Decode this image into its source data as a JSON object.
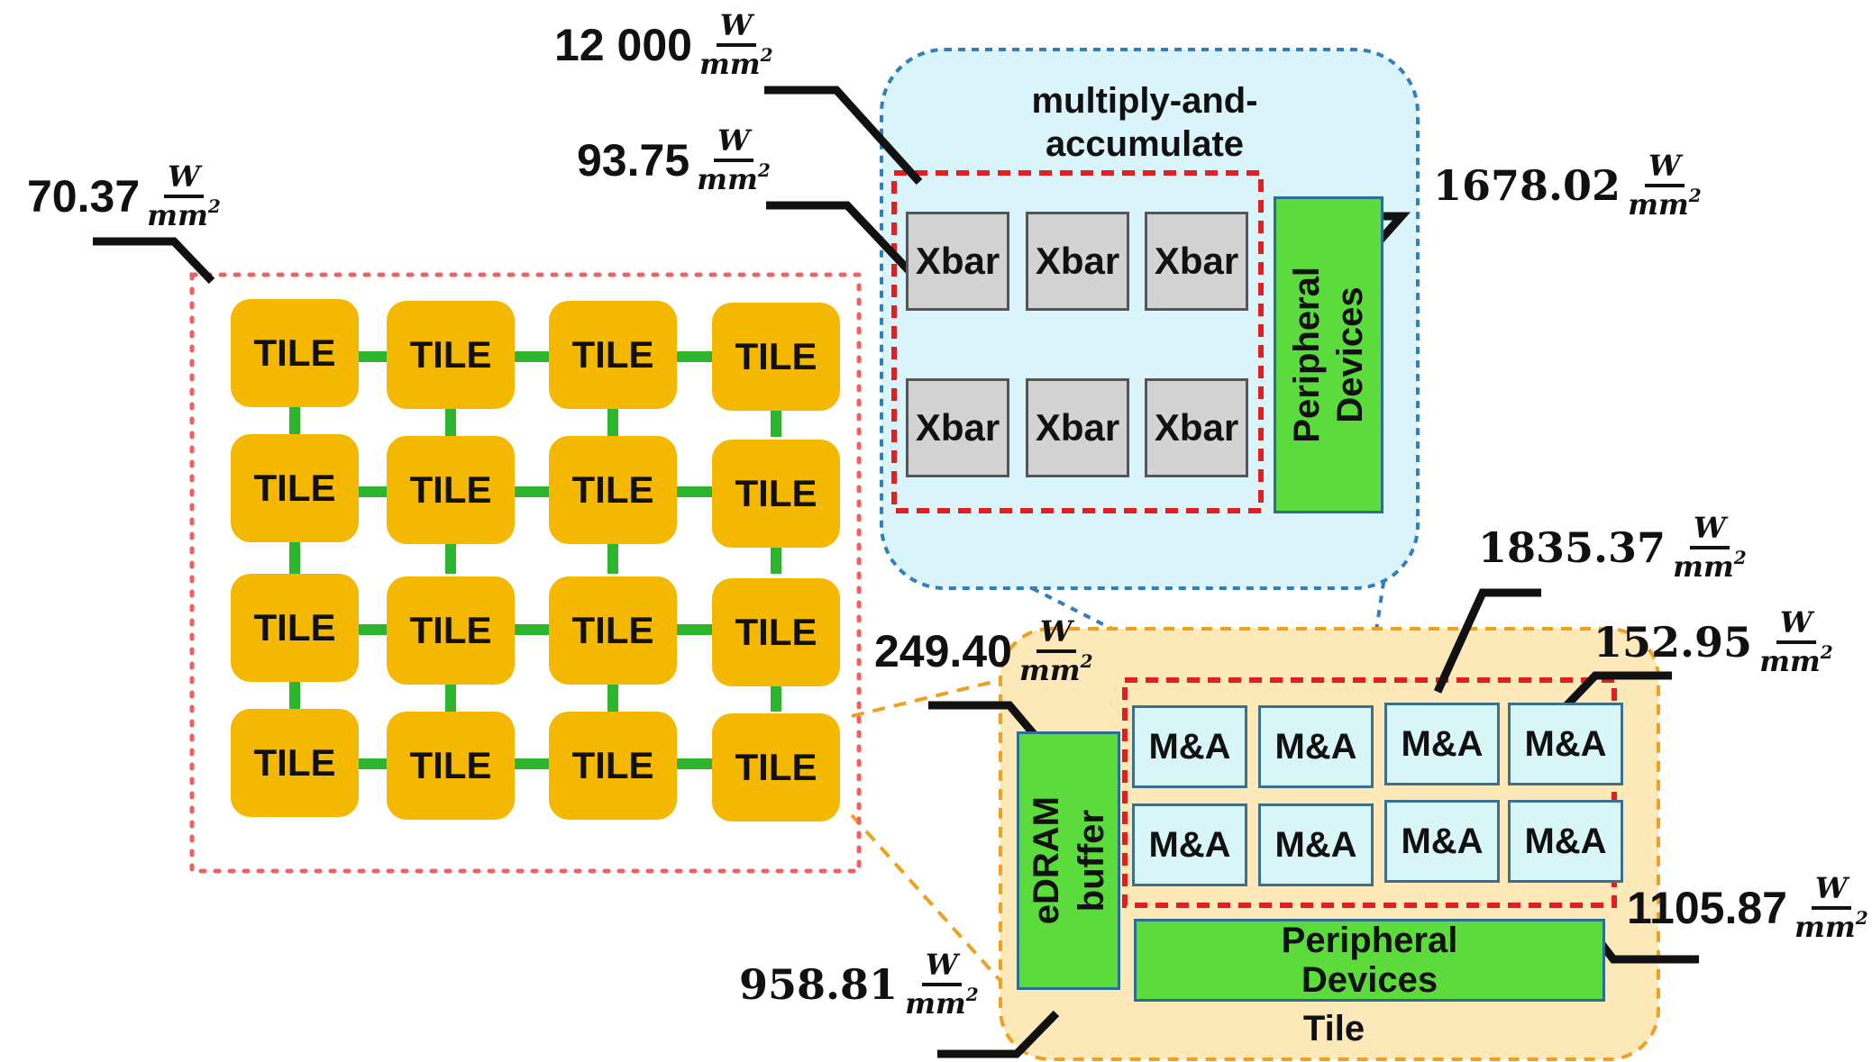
{
  "labels": {
    "tile_array_density": {
      "number": "70.37",
      "unit_top": "W",
      "unit_bottom": "mm",
      "unit_exp": "2"
    },
    "mac_top_density": {
      "number": "12 000",
      "unit_top": "W",
      "unit_bottom": "mm",
      "unit_exp": "2"
    },
    "xbar_density": {
      "number": "93.75",
      "unit_top": "W",
      "unit_bottom": "mm",
      "unit_exp": "2"
    },
    "mac_peripheral_density": {
      "number": "1678.02",
      "unit_top": "W",
      "unit_bottom": "mm",
      "unit_exp": "2"
    },
    "tile_ma_group_density": {
      "number": "1835.37",
      "unit_top": "W",
      "unit_bottom": "mm",
      "unit_exp": "2"
    },
    "ma_density": {
      "number": "152.95",
      "unit_top": "W",
      "unit_bottom": "mm",
      "unit_exp": "2"
    },
    "edram_density": {
      "number": "249.40",
      "unit_top": "W",
      "unit_bottom": "mm",
      "unit_exp": "2"
    },
    "tile_peripheral_density": {
      "number": "1105.87",
      "unit_top": "W",
      "unit_bottom": "mm",
      "unit_exp": "2"
    },
    "tile_density": {
      "number": "958.81",
      "unit_top": "W",
      "unit_bottom": "mm",
      "unit_exp": "2"
    }
  },
  "grid": {
    "tile_label": "TILE",
    "rows": 4,
    "cols": 4
  },
  "mac": {
    "title": "multiply-and-accumulate",
    "title_line1": "multiply-and-",
    "title_line2": "accumulate",
    "xbar_label": "Xbar",
    "peripheral_line1": "Peripheral",
    "peripheral_line2": "Devices"
  },
  "tile_detail": {
    "ma_label": "M&A",
    "edram_line1": "eDRAM",
    "edram_line2": "buffer",
    "peripheral_line1": "Peripheral",
    "peripheral_line2": "Devices",
    "caption": "Tile"
  },
  "colors": {
    "tile_fill": "#f5b800",
    "link_green": "#2db52d",
    "mac_fill": "#d9f4fb",
    "mac_border": "#2f7fbf",
    "tile_detail_fill": "#fde8b8",
    "tile_detail_border": "#f0a020",
    "red_dash": "#e02020",
    "grid_border": "#f06060",
    "peripheral_green": "#5cdb3c"
  }
}
